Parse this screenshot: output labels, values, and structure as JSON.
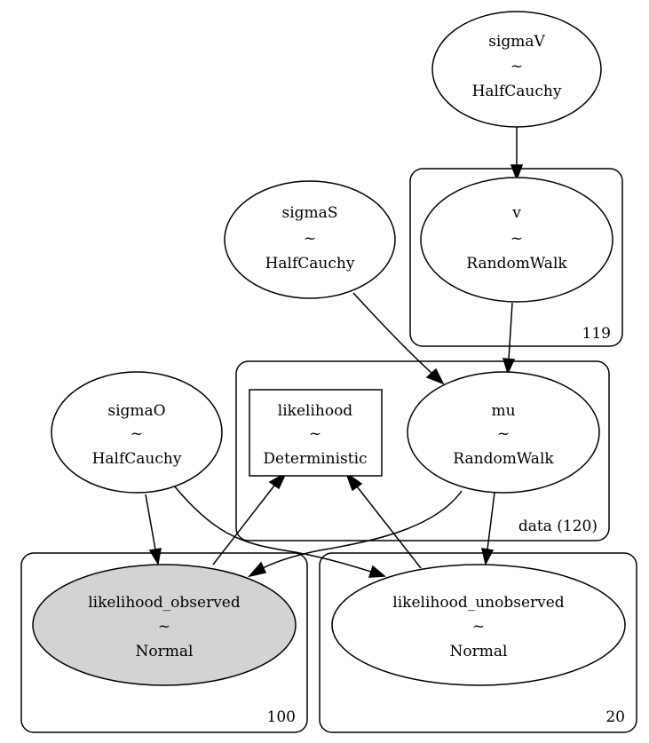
{
  "diagram": {
    "plates": [
      {
        "id": "plate-v",
        "label": "119"
      },
      {
        "id": "plate-data",
        "label": "data (120)"
      },
      {
        "id": "plate-observed",
        "label": "100"
      },
      {
        "id": "plate-unobserved",
        "label": "20"
      }
    ],
    "nodes": [
      {
        "id": "sigmaV",
        "name": "sigmaV",
        "tilde": "~",
        "dist": "HalfCauchy"
      },
      {
        "id": "v",
        "name": "v",
        "tilde": "~",
        "dist": "RandomWalk"
      },
      {
        "id": "sigmaS",
        "name": "sigmaS",
        "tilde": "~",
        "dist": "HalfCauchy"
      },
      {
        "id": "mu",
        "name": "mu",
        "tilde": "~",
        "dist": "RandomWalk"
      },
      {
        "id": "likelihood",
        "name": "likelihood",
        "tilde": "~",
        "dist": "Deterministic"
      },
      {
        "id": "sigmaO",
        "name": "sigmaO",
        "tilde": "~",
        "dist": "HalfCauchy"
      },
      {
        "id": "likelihood_observed",
        "name": "likelihood_observed",
        "tilde": "~",
        "dist": "Normal",
        "observed": true
      },
      {
        "id": "likelihood_unobserved",
        "name": "likelihood_unobserved",
        "tilde": "~",
        "dist": "Normal"
      }
    ],
    "edges": [
      {
        "from": "sigmaV",
        "to": "v"
      },
      {
        "from": "v",
        "to": "mu"
      },
      {
        "from": "sigmaS",
        "to": "mu"
      },
      {
        "from": "sigmaO",
        "to": "likelihood_observed"
      },
      {
        "from": "sigmaO",
        "to": "likelihood_unobserved"
      },
      {
        "from": "mu",
        "to": "likelihood_observed"
      },
      {
        "from": "mu",
        "to": "likelihood_unobserved"
      },
      {
        "from": "likelihood_observed",
        "to": "likelihood"
      },
      {
        "from": "likelihood_unobserved",
        "to": "likelihood"
      }
    ],
    "colors": {
      "observed_fill": "#d3d3d3",
      "node_fill": "#ffffff",
      "stroke": "#000000"
    }
  }
}
